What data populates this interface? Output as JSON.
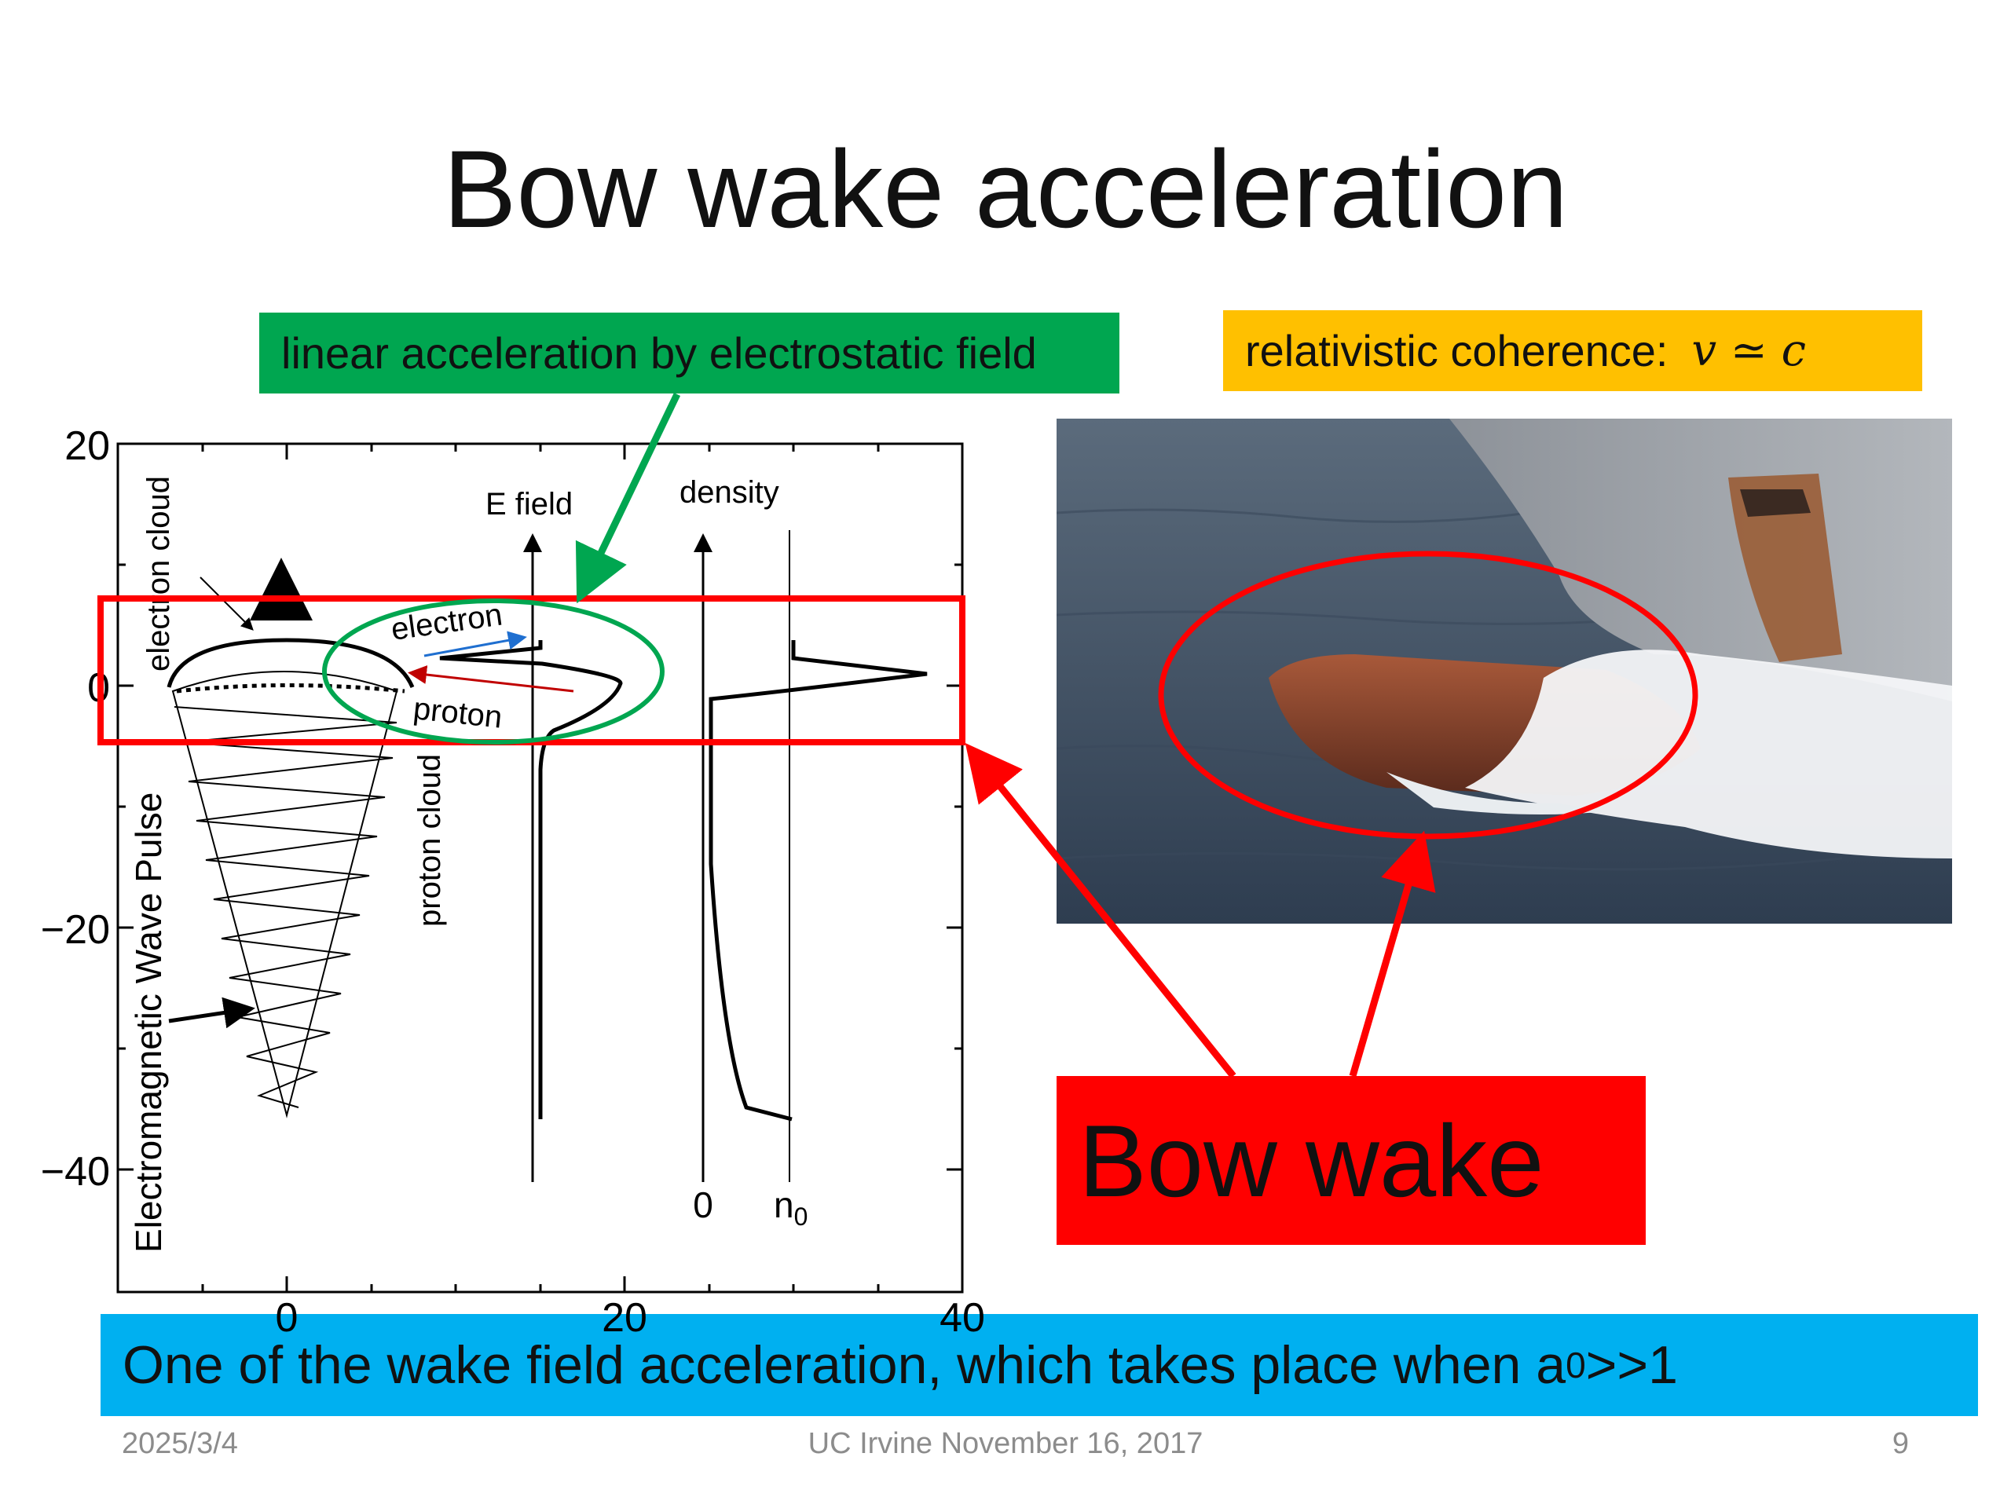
{
  "title": "Bow wake acceleration",
  "green_label": "linear acceleration by electrostatic field",
  "orange_label": {
    "text": "relativistic coherence:",
    "math": "v ≃ c"
  },
  "figure": {
    "y_ticks": [
      "20",
      "0",
      "−20",
      "−40"
    ],
    "x_ticks": [
      "0",
      "20",
      "40"
    ],
    "labels": {
      "electron_cloud": "electron cloud",
      "proton_cloud": "proton cloud",
      "em_pulse": "Electromagnetic Wave Pulse",
      "e_field": "E field",
      "density": "density",
      "electron": "electron",
      "proton": "proton",
      "zero": "0",
      "n0_base": "n",
      "n0_sub": "0"
    }
  },
  "bow_wake_label": "Bow wake",
  "bottom_bar": {
    "text": "One of the wake field acceleration, which takes place when a",
    "sub": "0",
    "tail": ">>1"
  },
  "footer": {
    "date": "2025/3/4",
    "center": "UC Irvine November 16, 2017",
    "page": "9"
  },
  "colors": {
    "green": "#00a650",
    "orange": "#ffc000",
    "red": "#ff0000",
    "blue": "#00b0f0",
    "arrow_blue": "#1f6fd0",
    "arrow_red": "#c00000"
  }
}
